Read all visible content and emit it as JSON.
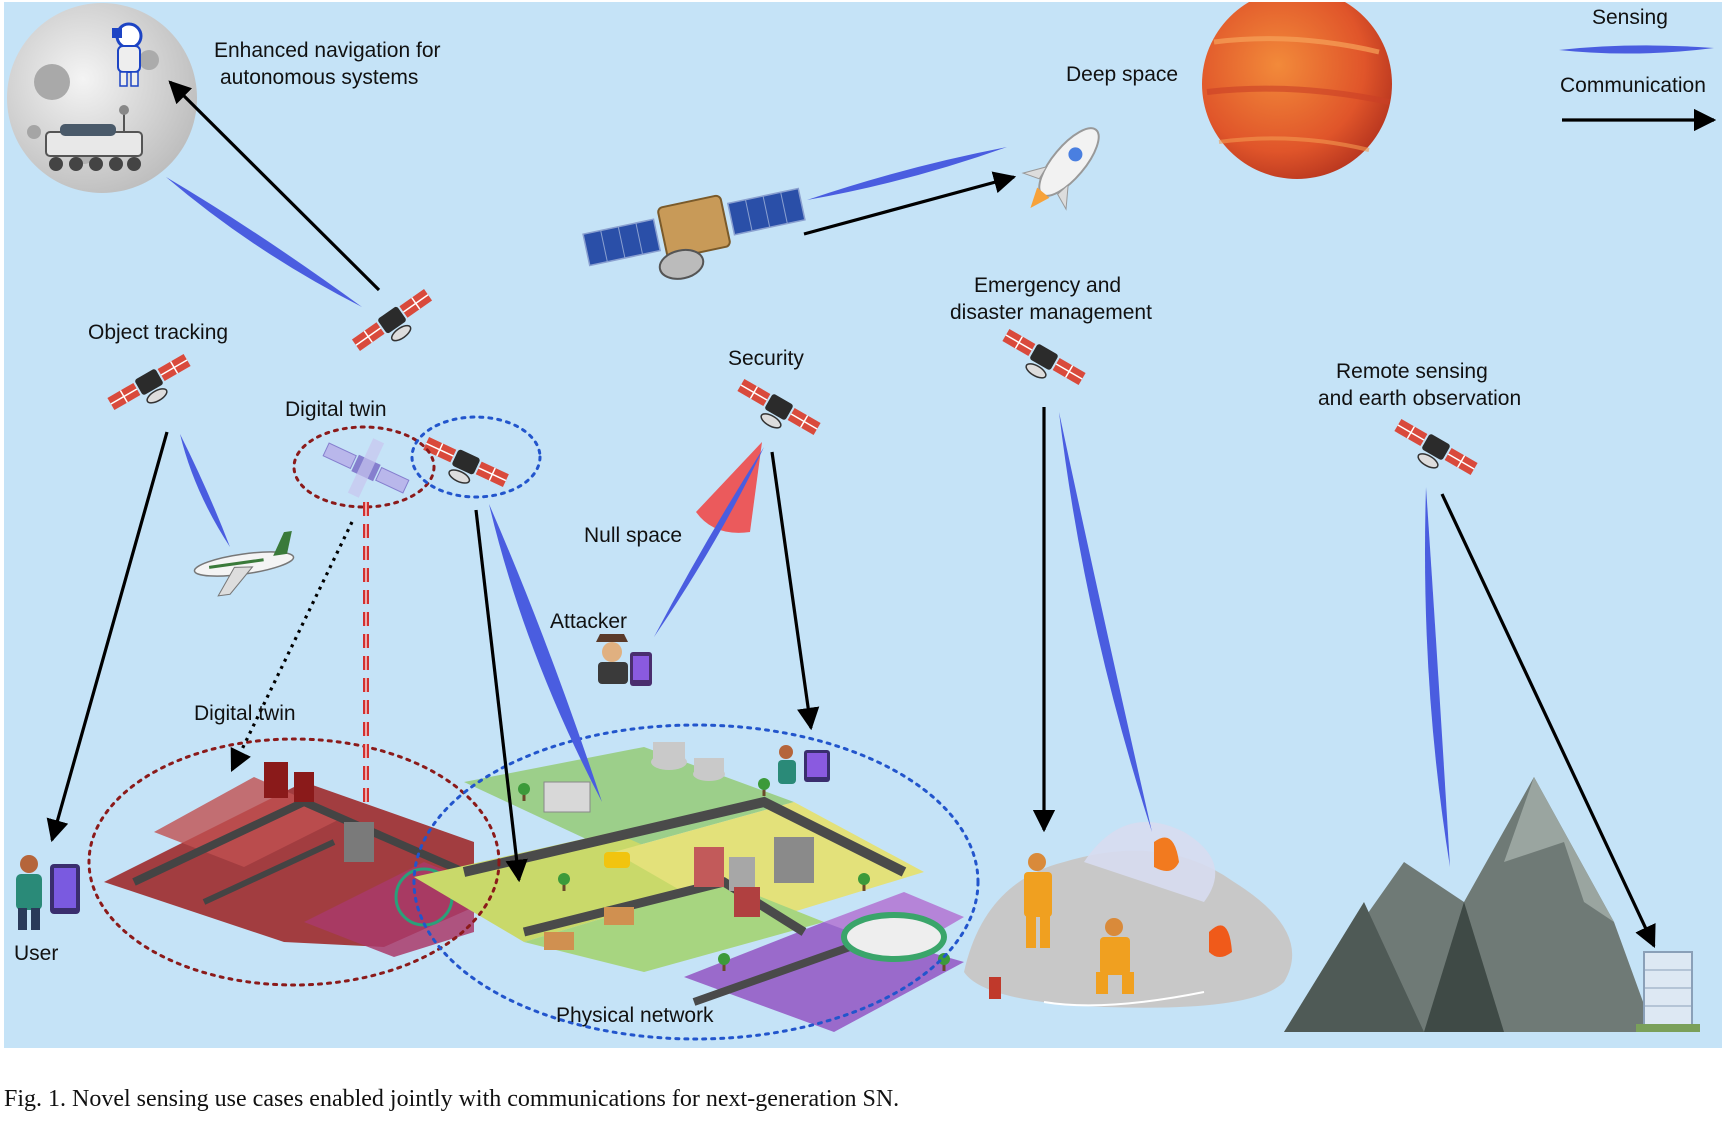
{
  "legend": {
    "sensing": "Sensing",
    "communication": "Communication"
  },
  "labels": {
    "enhanced_nav_1": "Enhanced navigation for",
    "enhanced_nav_2": "autonomous systems",
    "deep_space": "Deep space",
    "object_tracking": "Object tracking",
    "digital_twin_top": "Digital twin",
    "security": "Security",
    "emergency_1": "Emergency and",
    "emergency_2": "disaster management",
    "remote_1": "Remote sensing",
    "remote_2": "and earth observation",
    "null_space": "Null space",
    "attacker": "Attacker",
    "digital_twin_bottom": "Digital twin",
    "user": "User",
    "physical_network": "Physical network"
  },
  "caption": "Fig. 1.  Novel sensing use cases enabled jointly with communications for next-generation SN.",
  "colors": {
    "sky": "#c5e3f7",
    "sensing_beam": "#4a5de0",
    "arrow": "#000000",
    "twin_ring": "#8b1a1a",
    "physical_ring": "#2255cc",
    "null_space": "#ee4a4a",
    "planet": "#e0552a"
  }
}
